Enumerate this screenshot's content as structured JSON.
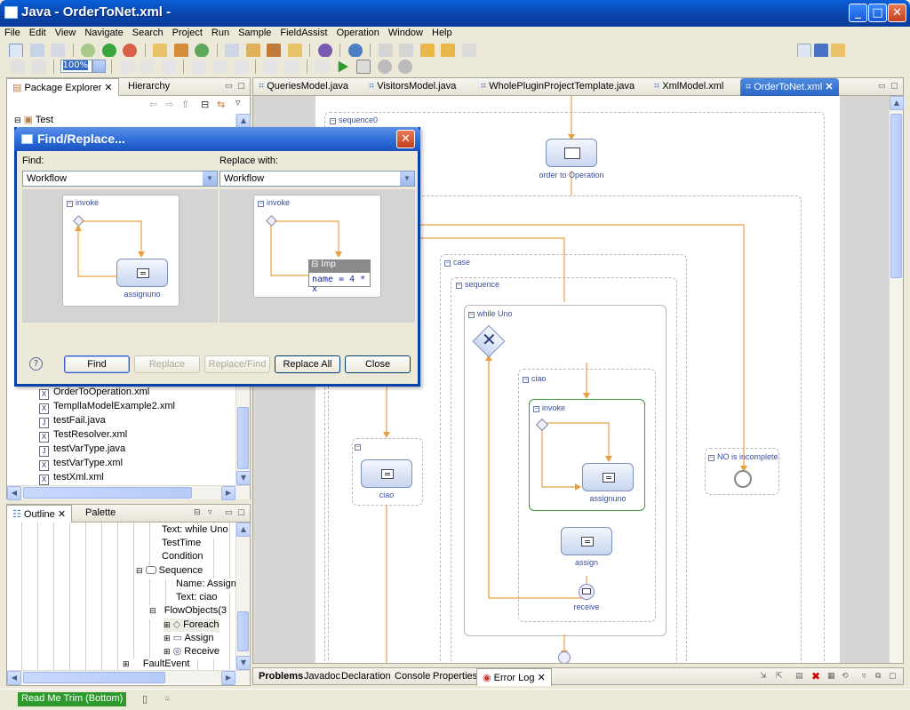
{
  "window": {
    "title": "Java - OrderToNet.xml -"
  },
  "menu": [
    "File",
    "Edit",
    "View",
    "Navigate",
    "Search",
    "Project",
    "Run",
    "Sample",
    "FieldAssist",
    "Operation",
    "Window",
    "Help"
  ],
  "toolbar": {
    "zoom": "100%"
  },
  "left_top": {
    "tabs": [
      "Package Explorer",
      "Hierarchy"
    ],
    "tree_root": "Test",
    "files": [
      "OrderToOperation.xml",
      "TempllaModelExample2.xml",
      "testFail.java",
      "TestResolver.xml",
      "testVarType.java",
      "testVarType.xml",
      "testXml.xml"
    ]
  },
  "outline": {
    "tabs": [
      "Outline",
      "Palette"
    ],
    "items": [
      "Text: while Uno",
      "TestTime",
      "Condition",
      "Sequence",
      "Name: Assign",
      "Text: ciao",
      "FlowObjects(3",
      "Foreach",
      "Assign",
      "Receive",
      "FaultEvent"
    ]
  },
  "editor": {
    "tabs": [
      "QueriesModel.java",
      "VisitorsModel.java",
      "WholePluginProjectTemplate.java",
      "XmlModel.xml",
      "OrderToNet.xml"
    ],
    "diagram": {
      "sequence0": "sequence0",
      "order_to_operation": "order to Operation",
      "case": "case",
      "sequence": "sequence",
      "while_uno": "while Uno",
      "ciao": "ciao",
      "invoke": "invoke",
      "assignuno": "assignuno",
      "assign": "assign",
      "receive": "receive",
      "ciao_task": "ciao",
      "incomplete": "NO is incomplete"
    }
  },
  "bottom": {
    "tabs": [
      "Problems",
      "Javadoc",
      "Declaration",
      "Console",
      "Properties",
      "Error Log"
    ]
  },
  "status": {
    "trim": "Read Me Trim (Bottom)"
  },
  "dialog": {
    "title": "Find/Replace...",
    "find_label": "Find:",
    "replace_label": "Replace with:",
    "find_value": "Workflow",
    "replace_value": "Workflow",
    "preview_left": {
      "box": "invoke",
      "task": "assignuno"
    },
    "preview_right": {
      "box": "invoke",
      "imp": "Imp",
      "code": "name = 4 * x"
    },
    "buttons": {
      "find": "Find",
      "replace": "Replace",
      "replace_find": "Replace/Find",
      "replace_all": "Replace All",
      "close": "Close"
    },
    "help": "?"
  }
}
